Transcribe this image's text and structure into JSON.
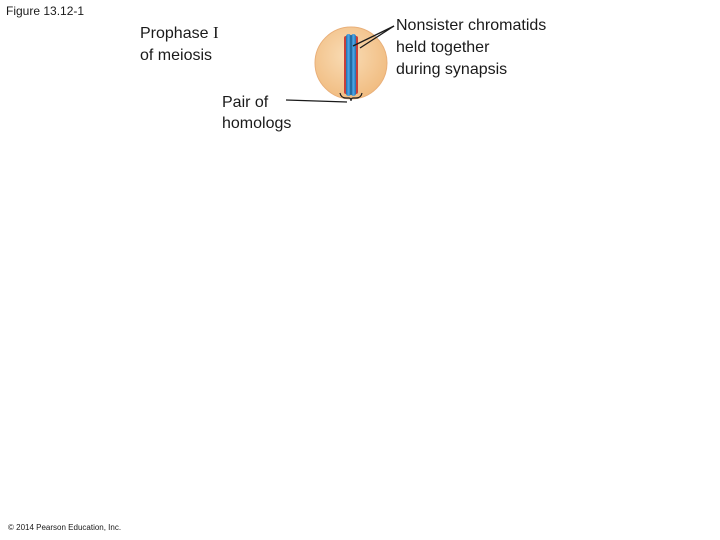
{
  "figure": {
    "title": "Figure 13.12-1"
  },
  "labels": {
    "stage_line1_text": "Prophase ",
    "stage_line1_roman": "I",
    "stage_line2": "of meiosis",
    "homolog_line1": "Pair of",
    "homolog_line2": "homologs",
    "synapsis_line1": "Nonsister chromatids",
    "synapsis_line2": "held together",
    "synapsis_line3": "during synapsis"
  },
  "footer": {
    "copyright": "© 2014 Pearson Education, Inc."
  },
  "colors": {
    "cell_fill": "#f3c590",
    "cell_edge": "#e9b07a",
    "chromatid_blue": "#2d8bd1",
    "chromatid_red": "#c8403a",
    "leader_line": "#1a1a1a"
  }
}
